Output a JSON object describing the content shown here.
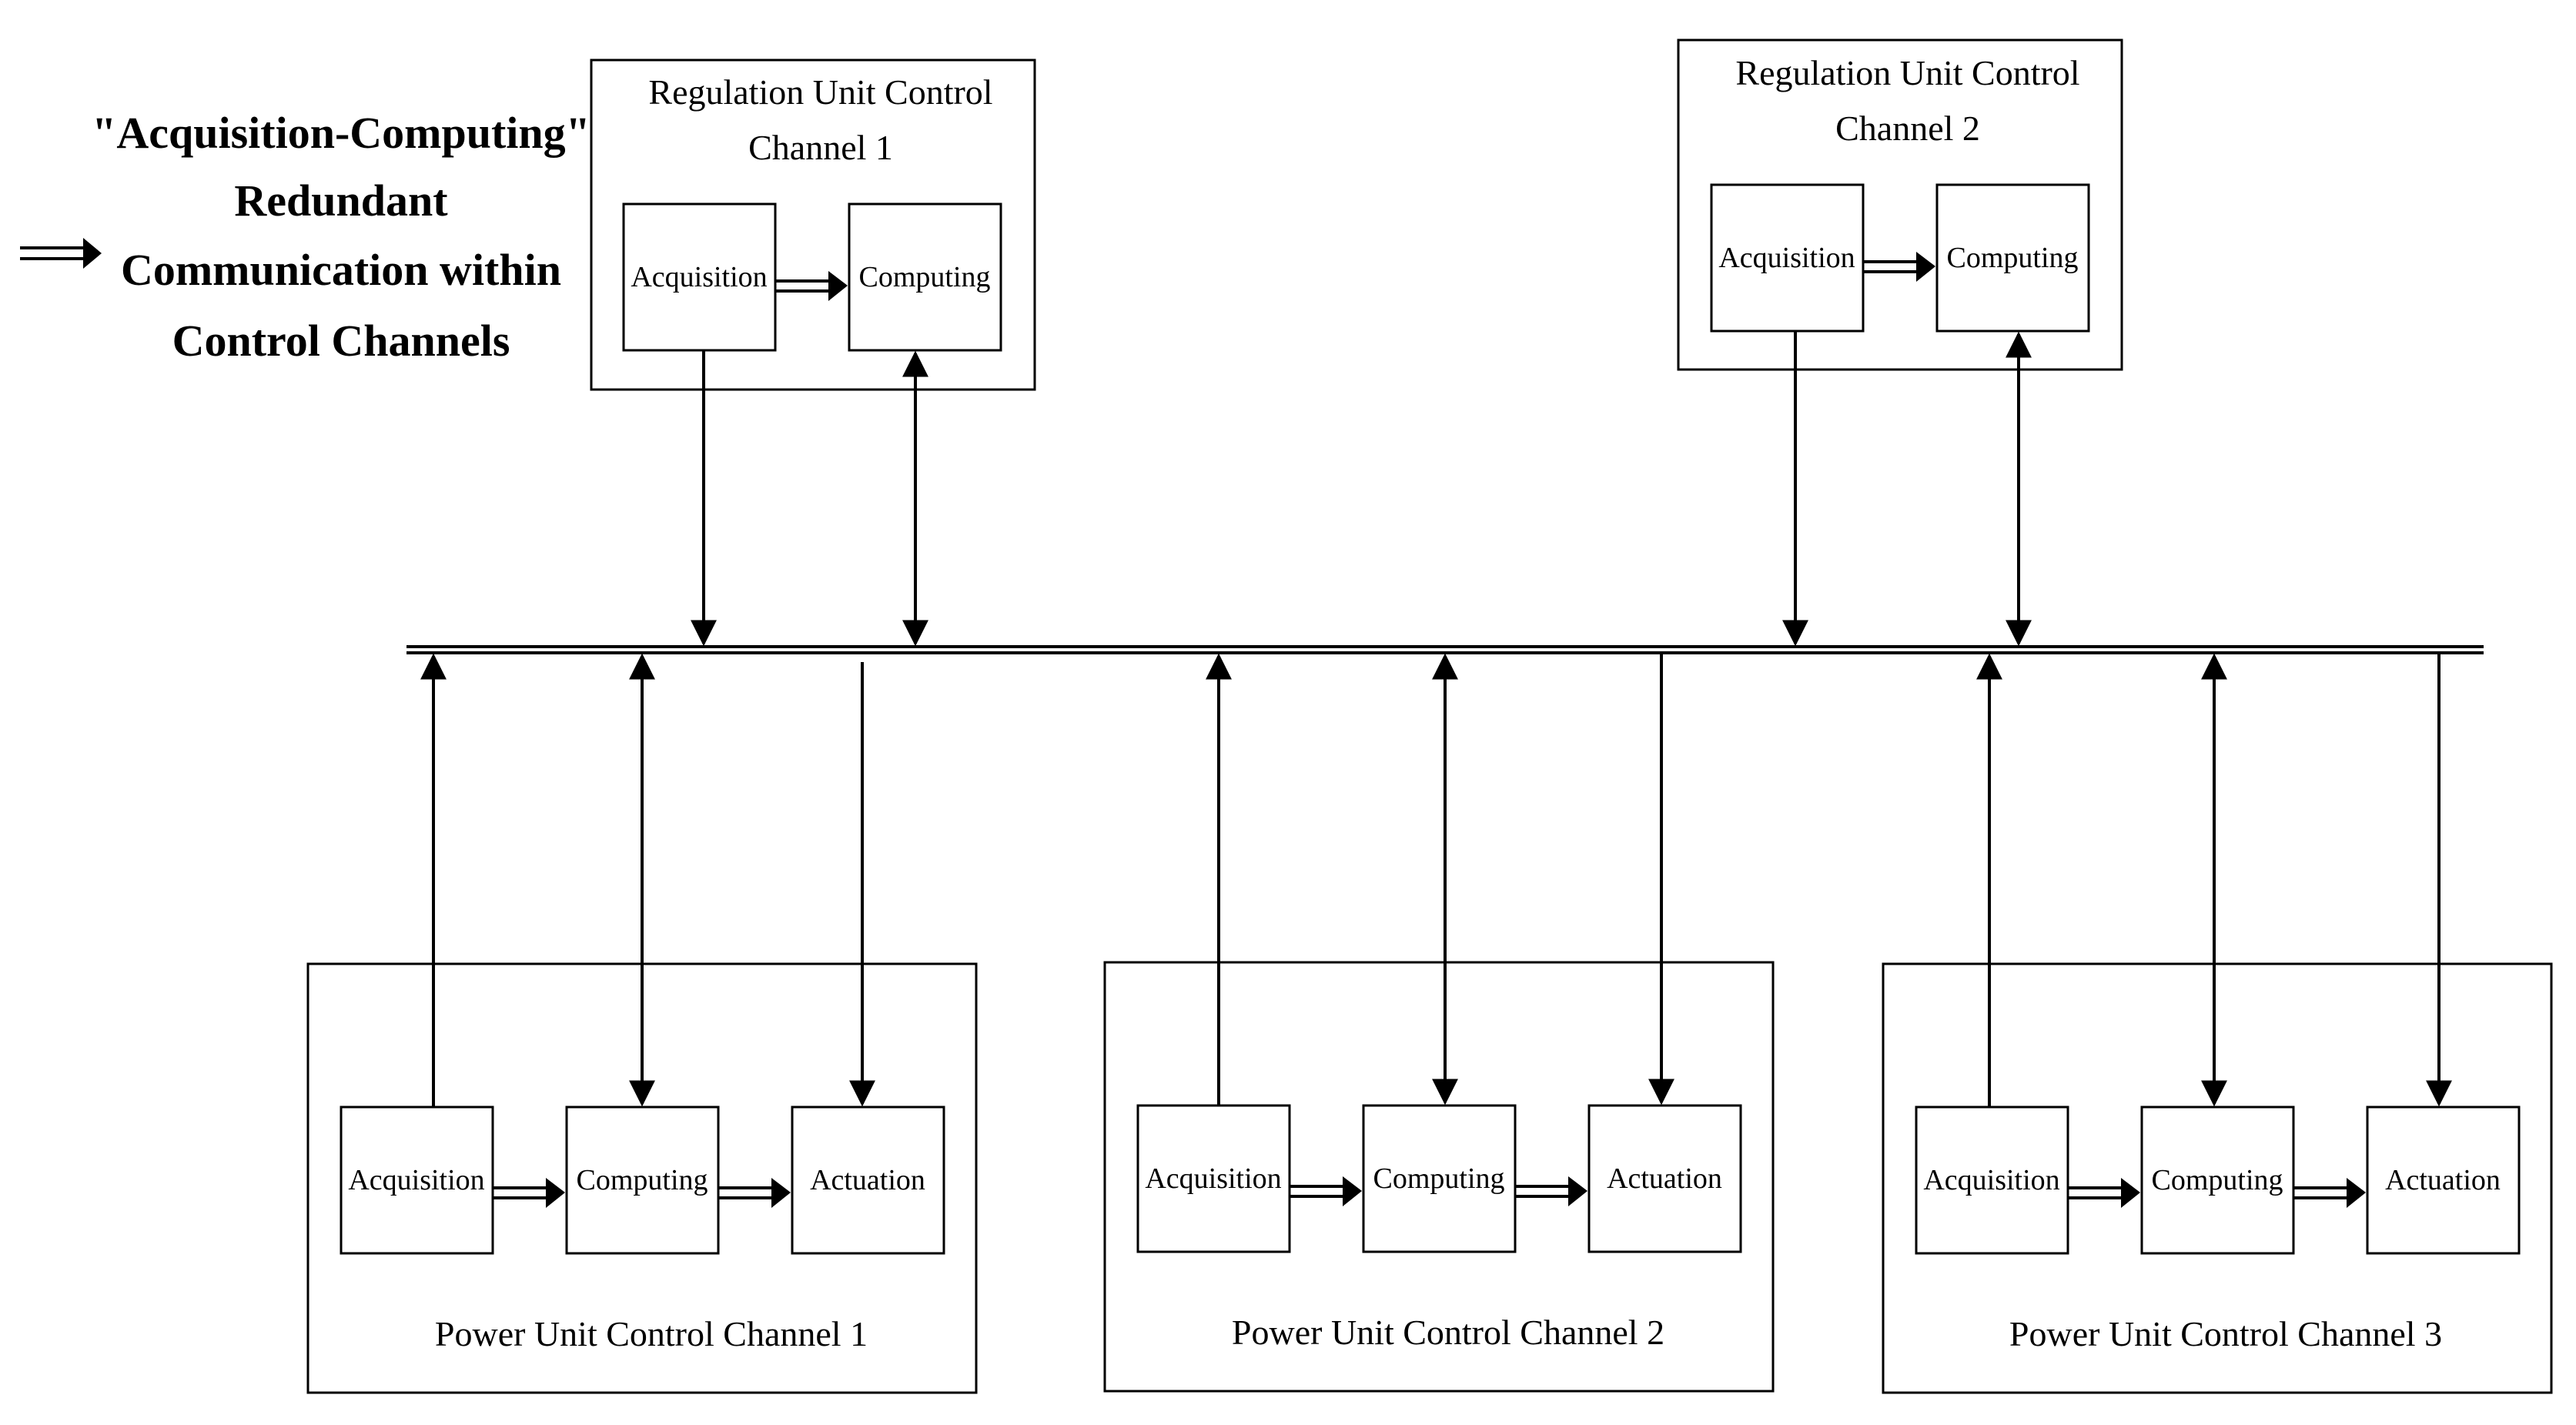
{
  "legend": {
    "lines": [
      "\"Acquisition-Computing\"",
      "Redundant",
      "Communication within",
      "Control Channels"
    ]
  },
  "regulation_units": [
    {
      "title_line1": "Regulation Unit Control",
      "title_line2": "Channel 1",
      "acquisition": "Acquisition",
      "computing": "Computing"
    },
    {
      "title_line1": "Regulation Unit Control",
      "title_line2": "Channel 2",
      "acquisition": "Acquisition",
      "computing": "Computing"
    }
  ],
  "power_units": [
    {
      "title": "Power Unit Control Channel 1",
      "acquisition": "Acquisition",
      "computing": "Computing",
      "actuation": "Actuation"
    },
    {
      "title": "Power Unit Control Channel 2",
      "acquisition": "Acquisition",
      "computing": "Computing",
      "actuation": "Actuation"
    },
    {
      "title": "Power Unit Control Channel 3",
      "acquisition": "Acquisition",
      "computing": "Computing",
      "actuation": "Actuation"
    }
  ],
  "colors": {
    "stroke": "#000000",
    "background": "#ffffff"
  }
}
